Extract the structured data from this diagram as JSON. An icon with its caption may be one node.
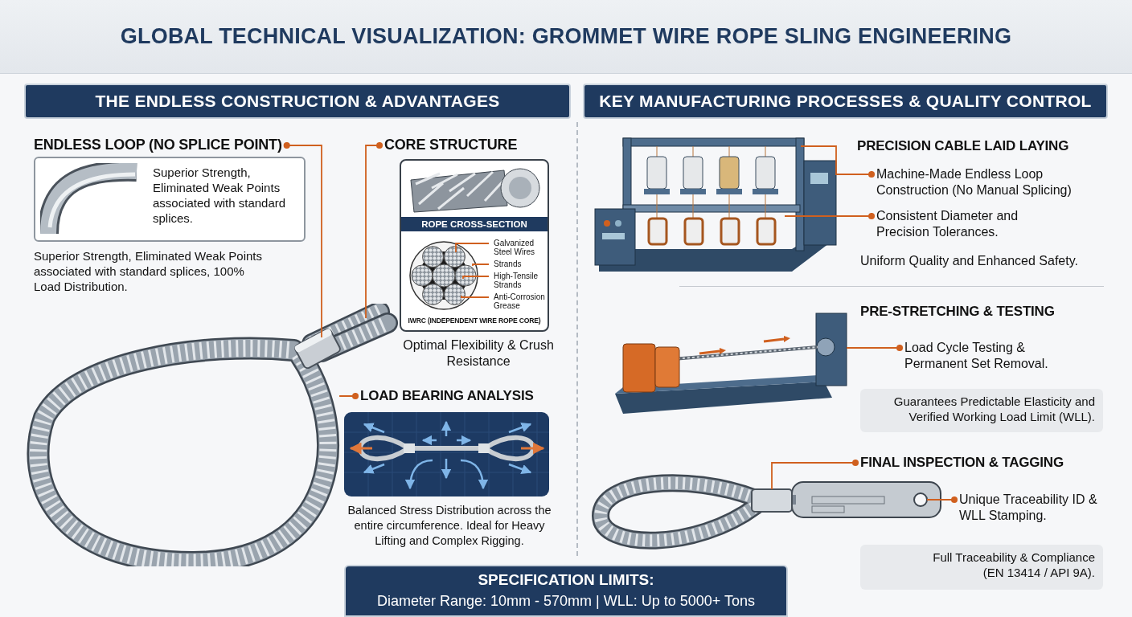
{
  "diagram": {
    "title": "GLOBAL TECHNICAL VISUALIZATION: GROMMET WIRE ROPE SLING ENGINEERING",
    "nodes": [
      {
        "text": [
          "THE ENDLESS CONSTRUCTION & ADVANTAGES"
        ]
      },
      {
        "text": [
          "ENDLESS LOOP (NO SPLICE POINT)"
        ]
      },
      {
        "text": [
          "Superior Strength, Eliminated Weak Points associated with standard splices."
        ]
      },
      {
        "text": [],
        "shape": "picture"
      },
      {
        "text": [
          "CORE STRUCTURE"
        ]
      },
      {
        "text": [
          "ROPE CROSS-SECTION",
          "IWRC (INDEPENDENT WIRE ROPE CORE)"
        ]
      },
      {
        "text": [
          "Galvanized Steel Wires"
        ],
        "in": 5
      },
      {
        "text": [
          "Strands"
        ],
        "in": 5
      },
      {
        "text": [
          "High-Tensile Strands"
        ],
        "in": 5
      },
      {
        "text": [
          "Anti-Corrosion Grease"
        ],
        "in": 5
      },
      {
        "text": [],
        "shape": "picture",
        "in": 5
      },
      {
        "text": [
          "LOAD BEARING ANALYSIS"
        ]
      },
      {
        "text": [],
        "shape": "picture"
      },
      {
        "text": [
          "KEY MANUFACTURING PROCESSES & QUALITY CONTROL"
        ]
      },
      {
        "text": [],
        "shape": "picture"
      },
      {
        "text": [
          "PRECISION CABLE LAID LAYING"
        ]
      },
      {
        "text": [
          "Machine-Made Endless Loop Construction (No Manual Splicing)"
        ]
      },
      {
        "text": [
          "Consistent Diameter and Precision Tolerances."
        ]
      },
      {
        "text": [
          "PRE-STRETCHING & TESTING"
        ]
      },
      {
        "text": [],
        "shape": "picture"
      },
      {
        "text": [
          "Load Cycle Testing & Permanent Set Removal."
        ]
      },
      {
        "text": [
          "Guarantees Predictable Elasticity and Verified Working Load Limit (WLL)."
        ]
      },
      {
        "text": [
          "FINAL INSPECTION & TAGGING"
        ]
      },
      {
        "text": [],
        "shape": "picture"
      },
      {
        "text": [
          "Unique Traceability ID & WLL Stamping."
        ]
      },
      {
        "text": [
          "Full Traceability & Compliance (EN 13414 / API 9A)."
        ]
      },
      {
        "text": [
          "SPECIFICATION LIMITS:",
          "Diameter Range: 10mm - 570mm | WLL: Up to 5000+ Tons"
        ]
      }
    ],
    "edges": [
      {
        "from": 1,
        "to": 3,
        "arrow": "other"
      },
      {
        "from": 4,
        "to": 3,
        "arrow": "other"
      },
      {
        "from": 6,
        "to": 10,
        "arrow": "none"
      },
      {
        "from": 7,
        "to": 10,
        "arrow": "none"
      },
      {
        "from": 8,
        "to": 10,
        "arrow": "none"
      },
      {
        "from": 9,
        "to": 10,
        "arrow": "none"
      },
      {
        "from": 11,
        "to": 3,
        "arrow": "other"
      },
      {
        "from": 16,
        "to": 14,
        "arrow": "other"
      },
      {
        "from": 17,
        "to": 14,
        "arrow": "other"
      },
      {
        "from": 20,
        "to": 19,
        "arrow": "other"
      },
      {
        "from": 22,
        "to": 23,
        "arrow": "other"
      },
      {
        "from": 24,
        "to": 23,
        "arrow": "other"
      }
    ],
    "labels": [
      "Superior Strength, Eliminated Weak Points associated with standard splices, 100% Load Distribution.",
      "Optimal Flexibility & Crush Resistance",
      "Balanced Stress Distribution across the entire circumference. Ideal for Heavy Lifting and Complex Rigging.",
      "Uniform Quality and Enhanced Safety."
    ]
  }
}
